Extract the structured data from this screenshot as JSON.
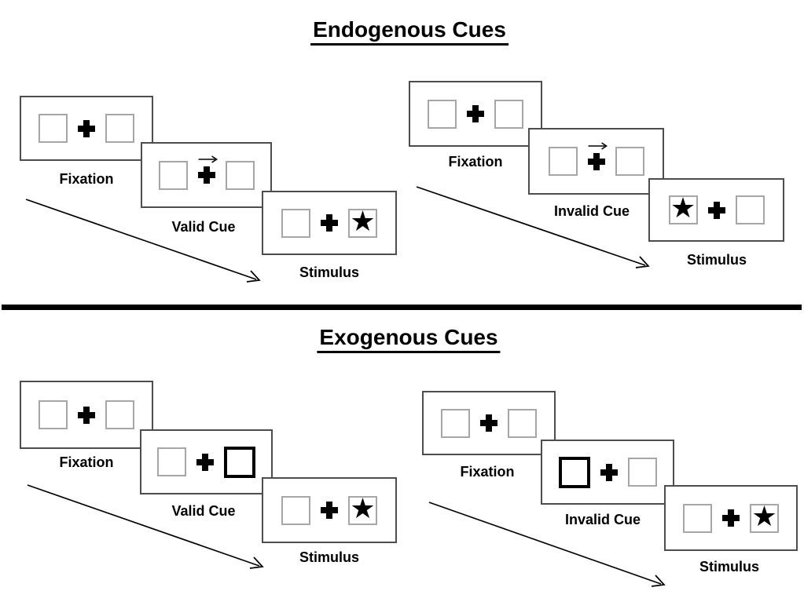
{
  "page": {
    "sections": [
      {
        "title": "Endogenous Cues",
        "trials": [
          {
            "name": "valid-trial",
            "panels": [
              {
                "kind": "fixation",
                "label": "Fixation"
              },
              {
                "kind": "endogenous-cue",
                "label": "Valid Cue",
                "cue_direction": "right"
              },
              {
                "kind": "stimulus",
                "label": "Stimulus",
                "star_side": "right"
              }
            ]
          },
          {
            "name": "invalid-trial",
            "panels": [
              {
                "kind": "fixation",
                "label": "Fixation"
              },
              {
                "kind": "endogenous-cue",
                "label": "Invalid Cue",
                "cue_direction": "right"
              },
              {
                "kind": "stimulus",
                "label": "Stimulus",
                "star_side": "left"
              }
            ]
          }
        ]
      },
      {
        "title": "Exogenous Cues",
        "trials": [
          {
            "name": "valid-trial",
            "panels": [
              {
                "kind": "fixation",
                "label": "Fixation"
              },
              {
                "kind": "exogenous-cue",
                "label": "Valid Cue",
                "highlight_side": "right"
              },
              {
                "kind": "stimulus",
                "label": "Stimulus",
                "star_side": "right"
              }
            ]
          },
          {
            "name": "invalid-trial",
            "panels": [
              {
                "kind": "fixation",
                "label": "Fixation"
              },
              {
                "kind": "exogenous-cue",
                "label": "Invalid Cue",
                "highlight_side": "left"
              },
              {
                "kind": "stimulus",
                "label": "Stimulus",
                "star_side": "right"
              }
            ]
          }
        ]
      }
    ],
    "symbols": {
      "star": "★",
      "fixation_cross": "+",
      "cue_arrow": "→"
    },
    "colors": {
      "ink": "#000000",
      "panel_border": "#4d4d4d",
      "square_border": "#a6a6a6",
      "cue_highlight": "#000000",
      "background": "#ffffff"
    }
  }
}
